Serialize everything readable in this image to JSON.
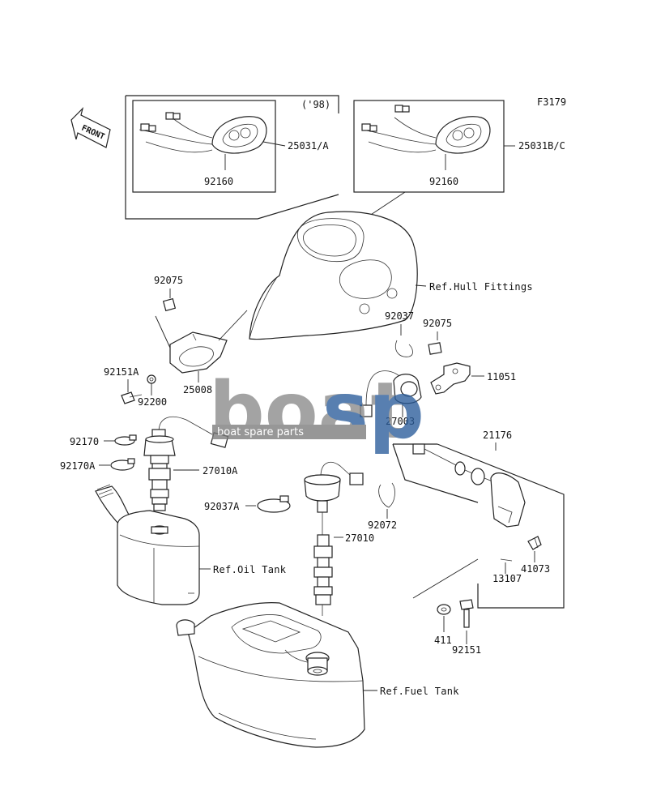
{
  "figure_code": "F3179",
  "front_label": "FRONT",
  "year_note": "('98)",
  "watermark": {
    "brand_a": "boat",
    "brand_b": "sp",
    "tagline": "boat spare parts",
    "color_a": "#8a8a8a",
    "color_b": "#2a5c9a"
  },
  "parts": [
    {
      "id": "p-25031a",
      "number": "25031/A"
    },
    {
      "id": "p-92160-left",
      "number": "92160"
    },
    {
      "id": "p-25031bc",
      "number": "25031B/C"
    },
    {
      "id": "p-92160-right",
      "number": "92160"
    },
    {
      "id": "p-92075-top",
      "number": "92075"
    },
    {
      "id": "p-92151a",
      "number": "92151A"
    },
    {
      "id": "p-92200",
      "number": "92200"
    },
    {
      "id": "p-25008",
      "number": "25008"
    },
    {
      "id": "p-92037",
      "number": "92037"
    },
    {
      "id": "p-92075-mid",
      "number": "92075"
    },
    {
      "id": "p-11051",
      "number": "11051"
    },
    {
      "id": "p-27003",
      "number": "27003"
    },
    {
      "id": "p-21176",
      "number": "21176"
    },
    {
      "id": "p-92170",
      "number": "92170"
    },
    {
      "id": "p-92170a",
      "number": "92170A"
    },
    {
      "id": "p-27010a",
      "number": "27010A"
    },
    {
      "id": "p-92037a",
      "number": "92037A"
    },
    {
      "id": "p-92072",
      "number": "92072"
    },
    {
      "id": "p-27010",
      "number": "27010"
    },
    {
      "id": "p-41073",
      "number": "41073"
    },
    {
      "id": "p-13107",
      "number": "13107"
    },
    {
      "id": "p-411",
      "number": "411"
    },
    {
      "id": "p-92151",
      "number": "92151"
    }
  ],
  "references": [
    {
      "id": "ref-hull",
      "text": "Ref.Hull Fittings"
    },
    {
      "id": "ref-oil",
      "text": "Ref.Oil Tank"
    },
    {
      "id": "ref-fuel",
      "text": "Ref.Fuel Tank"
    }
  ]
}
